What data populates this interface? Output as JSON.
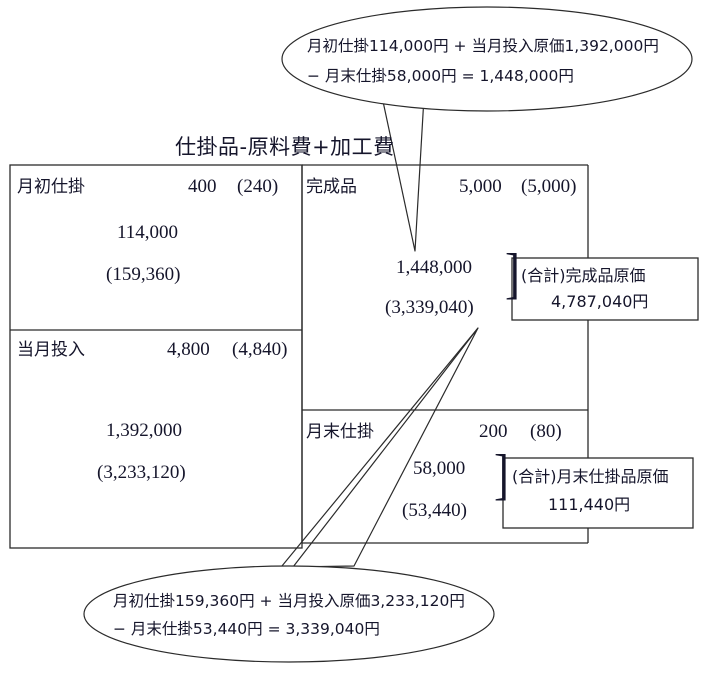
{
  "diagram": {
    "title": "仕掛品-原料費+加工費",
    "t_account": {
      "debit": [
        {
          "label": "月初仕掛",
          "quantity": "400",
          "quantity_equiv": "(240)",
          "material_cost": "114,000",
          "conversion_cost": "(159,360)"
        },
        {
          "label": "当月投入",
          "quantity": "4,800",
          "quantity_equiv": "(4,840)",
          "material_cost": "1,392,000",
          "conversion_cost": "(3,233,120)"
        }
      ],
      "credit": [
        {
          "label": "完成品",
          "quantity": "5,000",
          "quantity_equiv": "(5,000)",
          "material_cost": "1,448,000",
          "conversion_cost": "(3,339,040)"
        },
        {
          "label": "月末仕掛",
          "quantity": "200",
          "quantity_equiv": "(80)",
          "material_cost": "58,000",
          "conversion_cost": "(53,440)"
        }
      ]
    },
    "total_boxes": [
      {
        "title": "(合計)完成品原価",
        "amount": "4,787,040円"
      },
      {
        "title": "(合計)月末仕掛品原価",
        "amount": "111,440円"
      }
    ],
    "callouts": [
      {
        "line1": "月初仕掛114,000円 + 当月投入原価1,392,000円",
        "line2": "− 月末仕掛58,000円 = 1,448,000円"
      },
      {
        "line1": "月初仕掛159,360円 + 当月投入原価3,233,120円",
        "line2": "− 月末仕掛53,440円 = 3,339,040円"
      }
    ],
    "colors": {
      "stroke": "#2b2b2b",
      "text": "#15152b",
      "background": "#ffffff"
    }
  }
}
